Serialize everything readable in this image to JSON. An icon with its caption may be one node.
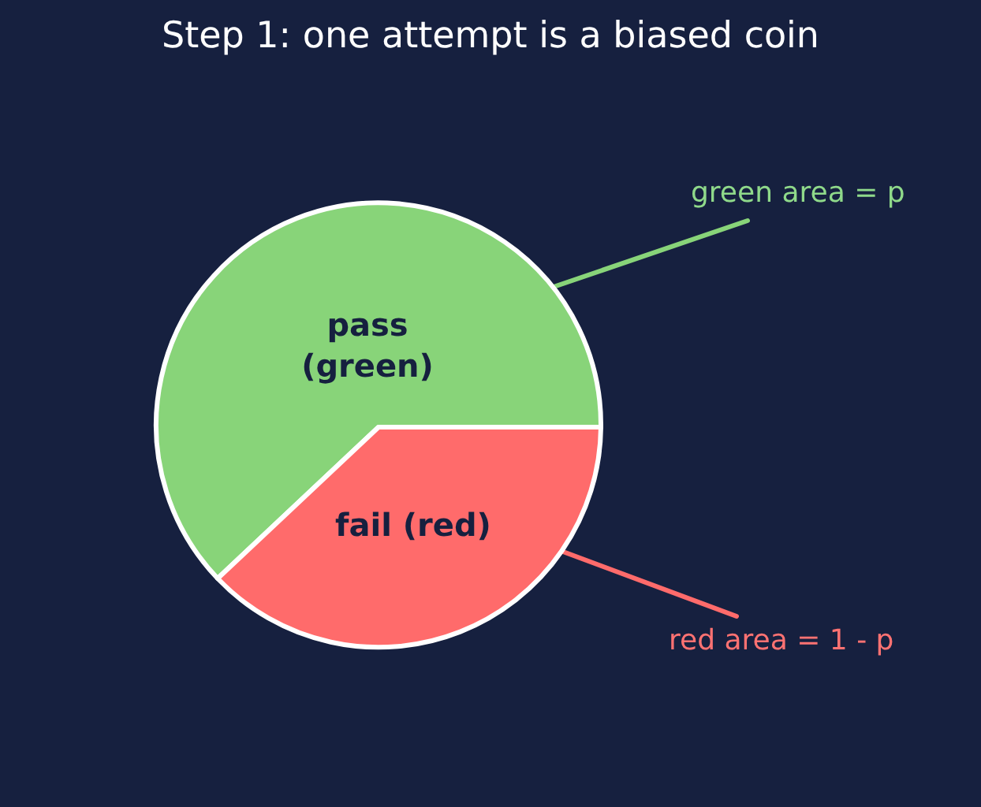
{
  "diagram": {
    "title": "Step 1: one attempt is a biased coin",
    "nodes": [
      {
        "text": [
          "pass (green)"
        ]
      },
      {
        "text": [
          "fail (red)"
        ]
      },
      {
        "text": [
          "green area = p"
        ]
      },
      {
        "text": [
          "red area = 1 - p"
        ]
      }
    ],
    "edges": [
      {
        "from": 2,
        "to": 0,
        "arrow": "none",
        "color": "#88d479"
      },
      {
        "from": 3,
        "to": 1,
        "arrow": "none",
        "color": "#ff6b6b"
      }
    ]
  }
}
